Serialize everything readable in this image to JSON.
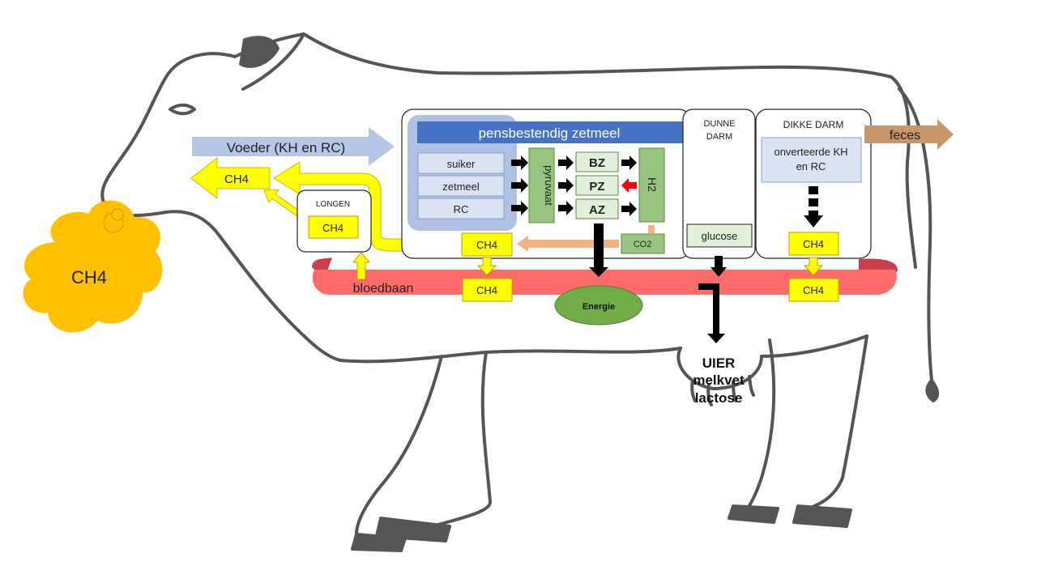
{
  "colors": {
    "outline": "#555555",
    "box_yellow": "#ffff00",
    "box_yellow_border": "#b8a000",
    "box_green": "#98c481",
    "box_green_light": "#e2efd9",
    "box_blue_light": "#dae3f3",
    "panel_blue": "#afc1e3",
    "header_blue": "#4472c4",
    "arrow_blue": "#b4c7e7",
    "arrow_brown": "#c9966b",
    "arrow_salmon": "#f4b183",
    "arrow_red": "#ff0000",
    "cloud_orange": "#ffc000",
    "blood_pink": "#ff6b6b",
    "blood_dark": "#c9404a",
    "energy_green": "#70ad47"
  },
  "cloud": {
    "label": "CH4"
  },
  "feed": {
    "label": "Voeder (KH en RC)"
  },
  "exhale": {
    "label": "CH4"
  },
  "lungs": {
    "title": "LONGEN",
    "ch4": "CH4"
  },
  "rumen": {
    "header": "pensbestendig zetmeel",
    "inputs": [
      "suiker",
      "zetmeel",
      "RC"
    ],
    "pyruvate": "pyruvaat",
    "acids": [
      "BZ",
      "PZ",
      "AZ"
    ],
    "h2": "H2",
    "co2": "CO2",
    "ch4": "CH4"
  },
  "small_intestine": {
    "title": "DUNNE DARM",
    "glucose": "glucose"
  },
  "large_intestine": {
    "title": "DIKKE DARM",
    "undigested": "onverteerde KH en RC",
    "ch4": "CH4"
  },
  "feces": {
    "label": "feces"
  },
  "blood": {
    "label": "bloedbaan",
    "ch4_left": "CH4",
    "ch4_right": "CH4"
  },
  "energy": {
    "label": "Energie"
  },
  "udder": {
    "title": "UIER",
    "line1": "melkvet",
    "line2": "lactose"
  }
}
